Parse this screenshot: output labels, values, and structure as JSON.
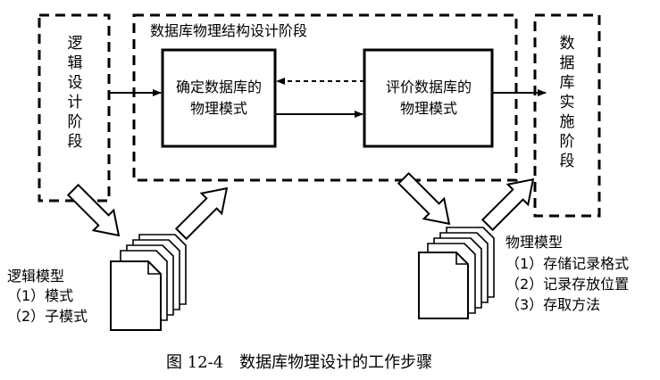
{
  "stage_left": "逻辑设计阶段",
  "stage_middle_title": "数据库物理结构设计阶段",
  "stage_right": "数据库实施阶段",
  "box_determine": "确定数据库的物理模式",
  "box_evaluate": "评价数据库的物理模式",
  "logical_model": {
    "title": "逻辑模型",
    "items": [
      "（1）模式",
      "（2）子模式"
    ]
  },
  "physical_model": {
    "title": "物理模型",
    "items": [
      "（1）存储记录格式",
      "（2）记录存放位置",
      "（3）存取方法"
    ]
  },
  "caption": "图 12-4　数据库物理设计的工作步骤"
}
